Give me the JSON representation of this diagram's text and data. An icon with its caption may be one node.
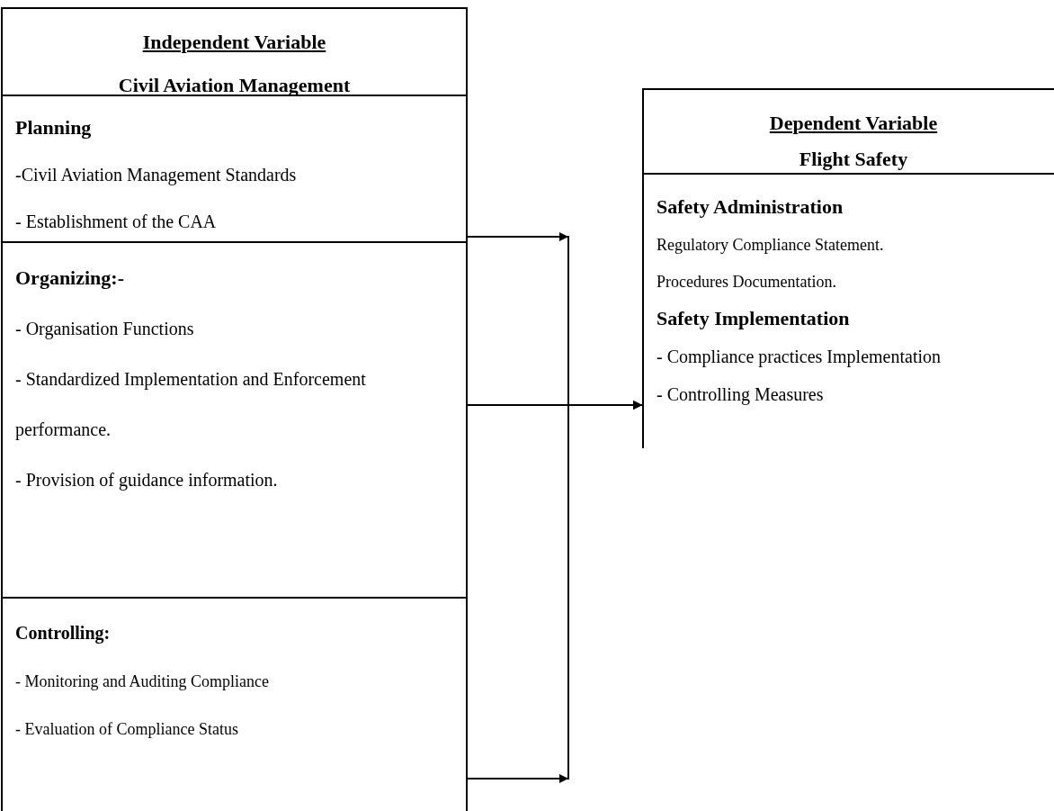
{
  "diagram": {
    "nodes": [
      {
        "text": [
          "Independent Variable",
          "Civil Aviation Management"
        ]
      },
      {
        "text": [
          "Planning",
          "-Civil Aviation Management Standards",
          "- Establishment of the CAA"
        ],
        "in": 0
      },
      {
        "text": [
          "Organizing:-",
          "- Organisation Functions",
          "- Standardized Implementation and Enforcement performance.",
          "- Provision of guidance information."
        ],
        "in": 0
      },
      {
        "text": [
          "Controlling:",
          "- Monitoring and Auditing Compliance",
          "- Evaluation of Compliance Status"
        ],
        "in": 0
      },
      {
        "text": [
          "Dependent Variable",
          "Flight Safety"
        ]
      },
      {
        "text": [
          "Safety Administration",
          "Regulatory Compliance Statement.",
          "Procedures Documentation.",
          "Safety Implementation",
          "- Compliance practices Implementation",
          "- Controlling Measures"
        ],
        "in": 4
      }
    ],
    "edges": [
      {
        "from": 1,
        "to": 4,
        "arrow": "to"
      },
      {
        "from": 2,
        "to": 4,
        "arrow": "to"
      },
      {
        "from": 3,
        "to": 4,
        "arrow": "to"
      }
    ]
  }
}
